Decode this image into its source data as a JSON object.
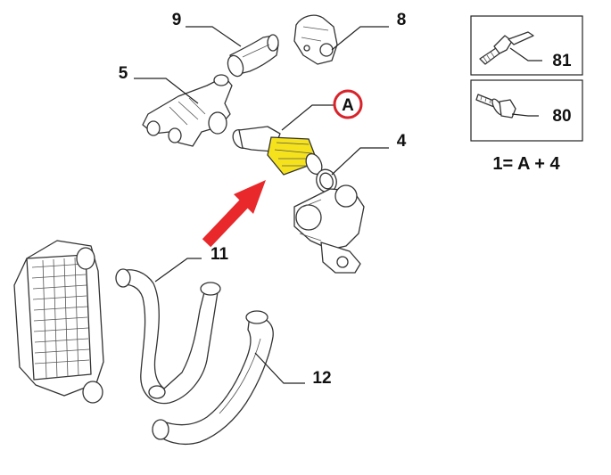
{
  "callouts": {
    "c9": "9",
    "c8": "8",
    "c5": "5",
    "cA": "A",
    "c4": "4",
    "c11": "11",
    "c12": "12"
  },
  "legend": {
    "item1_number": "81",
    "item2_number": "80",
    "equation": "1= A + 4"
  },
  "colors": {
    "highlight_part": "#f5e21c",
    "arrow": "#e8282a",
    "callout_ring": "#d8232a",
    "outline": "#333333"
  },
  "icons": [
    "bolt-icon",
    "flanged-screw-icon",
    "direction-arrow-icon"
  ]
}
